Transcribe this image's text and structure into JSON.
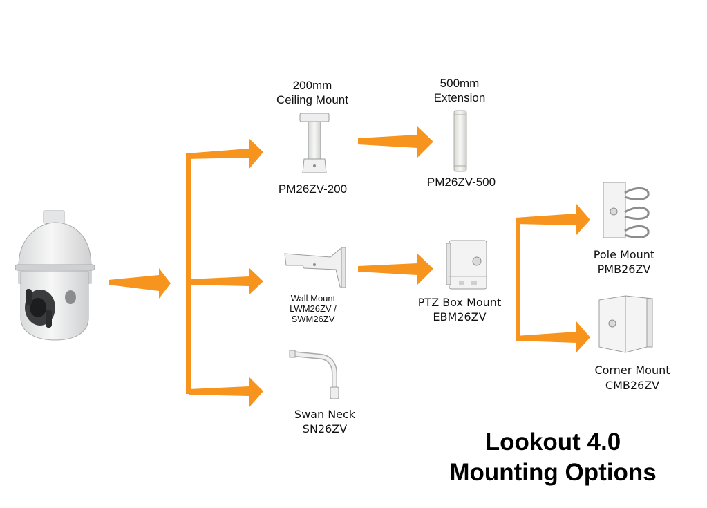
{
  "colors": {
    "arrow": "#f7941d",
    "product_fill": "#f1f2f2",
    "product_stroke": "#9a9c9e",
    "text": "#111111"
  },
  "camera": {
    "icon": "ptz-dome-camera-icon"
  },
  "ceiling_mount": {
    "title": [
      "200mm",
      "Ceiling Mount"
    ],
    "model": "PM26ZV-200"
  },
  "extension": {
    "title": [
      "500mm",
      "Extension"
    ],
    "model": "PM26ZV-500"
  },
  "wall_mount": {
    "name": "Wall Mount",
    "model_line1": "LWM26ZV /",
    "model_line2": "SWM26ZV"
  },
  "box_mount": {
    "name": "PTZ Box Mount",
    "model": "EBM26ZV"
  },
  "swan_neck": {
    "name": "Swan Neck",
    "model": "SN26ZV"
  },
  "pole_mount": {
    "name": "Pole Mount",
    "model": "PMB26ZV"
  },
  "corner_mount": {
    "name": "Corner Mount",
    "model": "CMB26ZV"
  },
  "title": {
    "line1": "Lookout 4.0",
    "line2": "Mounting Options"
  }
}
